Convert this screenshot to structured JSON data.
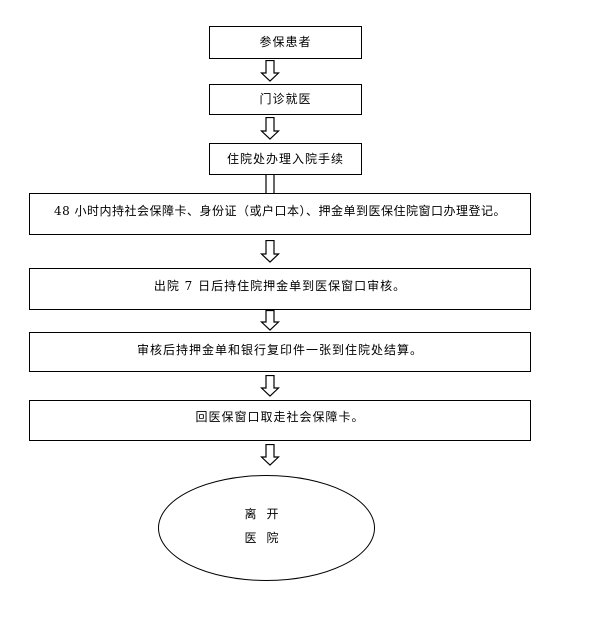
{
  "steps": [
    {
      "text": "参保患者"
    },
    {
      "text": "门诊就医"
    },
    {
      "text": "住院处办理入院手续"
    },
    {
      "text": "48 小时内持社会保障卡、身份证（或户口本）、押金单到医保住院窗口办理登记。"
    },
    {
      "text": "出院 7 日后持住院押金单到医保窗口审核。"
    },
    {
      "text": "审核后持押金单和银行复印件一张到住院处结算。"
    },
    {
      "text": "回医保窗口取走社会保障卡。"
    }
  ],
  "end": {
    "line1": "离开",
    "line2": "医院"
  },
  "colors": {
    "stroke": "#000000",
    "background": "#ffffff"
  }
}
